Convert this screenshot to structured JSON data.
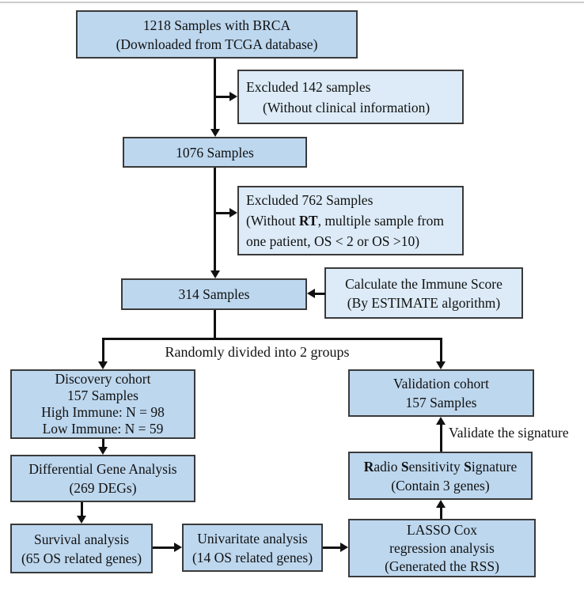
{
  "diagram": {
    "type": "flowchart",
    "colors": {
      "primary_box_fill": "#bdd7ee",
      "secondary_box_fill": "#dcebf7",
      "box_border": "#3a3a3a",
      "arrow": "#111111"
    },
    "nodes": {
      "samples1218": {
        "line1": "1218 Samples with BRCA",
        "line2": "(Downloaded from TCGA database)"
      },
      "excluded142": {
        "line1": "Excluded 142 samples",
        "line2": "(Without clinical information)"
      },
      "samples1076": {
        "line1": "1076 Samples"
      },
      "excluded762": {
        "line1": "Excluded 762 Samples",
        "line2_pre": "(Without ",
        "line2_bold": "RT",
        "line2_post": ", multiple sample from",
        "line3": "one patient, OS < 2 or OS >10)"
      },
      "samples314": {
        "line1": "314 Samples"
      },
      "immuneScore": {
        "line1": "Calculate the Immune Score",
        "line2": "(By ESTIMATE algorithm)"
      },
      "discovery": {
        "line1": "Discovery cohort",
        "line2": "157 Samples",
        "line3": "High Immune: N = 98",
        "line4": "Low Immune: N = 59"
      },
      "validation": {
        "line1": "Validation cohort",
        "line2": "157 Samples"
      },
      "diffGene": {
        "line1": "Differential Gene Analysis",
        "line2": "(269 DEGs)"
      },
      "radioSignature": {
        "b1": "R",
        "t1": "adio ",
        "b2": "S",
        "t2": "ensitivity ",
        "b3": "S",
        "t3": "ignature",
        "line2": "(Contain 3 genes)"
      },
      "survival": {
        "line1": "Survival analysis",
        "line2": "(65 OS related genes)"
      },
      "univariate": {
        "line1": "Univaritate analysis",
        "line2": "(14 OS related genes)"
      },
      "lasso": {
        "line1": "LASSO Cox",
        "line2": "regression analysis",
        "line3": "(Generated the RSS)"
      }
    },
    "labels": {
      "random_split": "Randomly divided into 2 groups",
      "validate": "Validate the signature"
    }
  }
}
